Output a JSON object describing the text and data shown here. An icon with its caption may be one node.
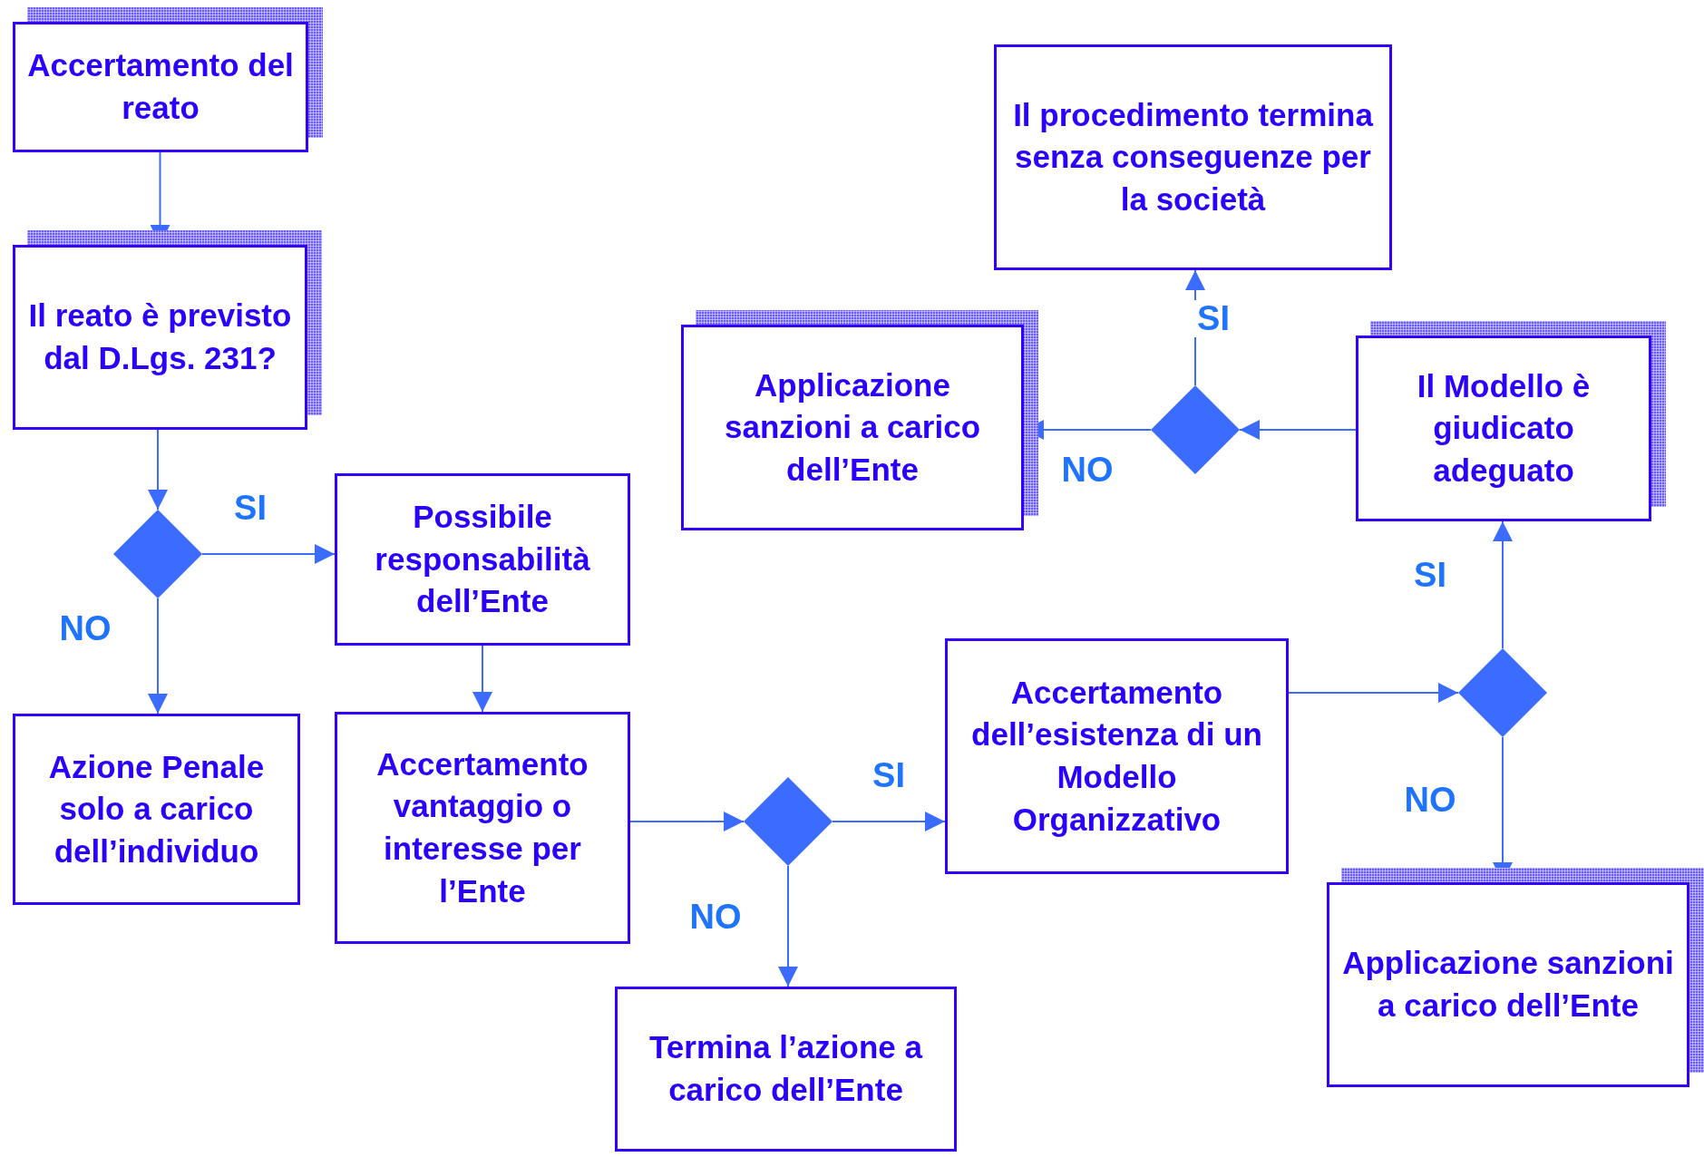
{
  "diagram": {
    "nodes": [
      {
        "text": [
          "Accertamento del reato"
        ]
      },
      {
        "text": [
          "Il reato è previsto dal D.Lgs. 231?"
        ]
      },
      {
        "text": [],
        "shape": "diamond"
      },
      {
        "text": [
          "Possibile responsabilità dell’Ente"
        ]
      },
      {
        "text": [
          "Azione Penale solo a carico dell’individuo"
        ]
      },
      {
        "text": [
          "Accertamento vantaggio o interesse per l’Ente"
        ]
      },
      {
        "text": [],
        "shape": "diamond"
      },
      {
        "text": [
          "Termina l’azione a carico dell’Ente"
        ]
      },
      {
        "text": [
          "Accertamento dell’esistenza di un Modello Organizzativo"
        ]
      },
      {
        "text": [],
        "shape": "diamond"
      },
      {
        "text": [
          "Il Modello è giudicato adeguato"
        ]
      },
      {
        "text": [
          "Applicazione sanzioni a carico dell’Ente"
        ]
      },
      {
        "text": [],
        "shape": "diamond"
      },
      {
        "text": [
          "Il procedimento termina senza conseguenze per la società"
        ]
      },
      {
        "text": [
          "Applicazione sanzioni a carico dell’Ente"
        ]
      }
    ],
    "edges": [
      {
        "from": 0,
        "to": 1,
        "arrow": "to"
      },
      {
        "from": 1,
        "to": 2,
        "arrow": "to"
      },
      {
        "from": 2,
        "to": 3,
        "arrow": "to",
        "label": "SI"
      },
      {
        "from": 2,
        "to": 4,
        "arrow": "to",
        "label": "NO"
      },
      {
        "from": 3,
        "to": 5,
        "arrow": "to"
      },
      {
        "from": 5,
        "to": 6,
        "arrow": "to"
      },
      {
        "from": 6,
        "to": 8,
        "arrow": "to",
        "label": "SI"
      },
      {
        "from": 6,
        "to": 7,
        "arrow": "to",
        "label": "NO"
      },
      {
        "from": 8,
        "to": 9,
        "arrow": "to"
      },
      {
        "from": 9,
        "to": 10,
        "arrow": "to",
        "label": "SI"
      },
      {
        "from": 9,
        "to": 11,
        "arrow": "to",
        "label": "NO"
      },
      {
        "from": 10,
        "to": 12,
        "arrow": "to"
      },
      {
        "from": 12,
        "to": 13,
        "arrow": "to",
        "label": "SI"
      },
      {
        "from": 12,
        "to": 14,
        "arrow": "to",
        "label": "NO"
      }
    ]
  }
}
